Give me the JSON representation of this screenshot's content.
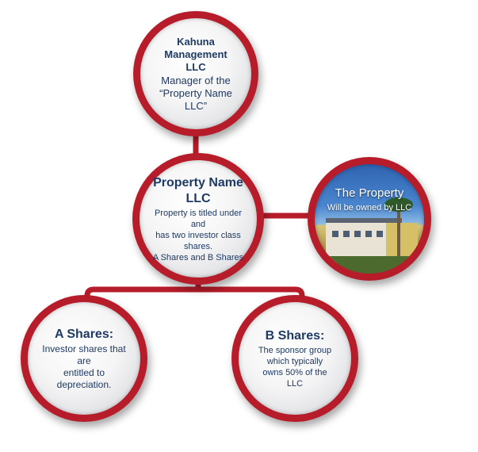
{
  "colors": {
    "connector": "#b71c2a",
    "ring": "#b71c2a",
    "text": "#1f3a63",
    "photo_text": "#ffffff"
  },
  "nodes": {
    "manager": {
      "title_line1": "Kahuna Management",
      "title_line2": "LLC",
      "desc_line1": "Manager of the",
      "desc_line2": "“Property Name LLC”"
    },
    "property_llc": {
      "title": "Property Name LLC",
      "desc_line1": "Property is titled under and",
      "desc_line2": "has two investor class shares.",
      "desc_line3": "A Shares and B Shares"
    },
    "the_property": {
      "title": "The Property",
      "desc": "Will be owned by LLC"
    },
    "a_shares": {
      "title": "A Shares:",
      "desc_line1": "Investor shares that are",
      "desc_line2": "entitled to depreciation."
    },
    "b_shares": {
      "title": "B Shares:",
      "desc_line1": "The sponsor group",
      "desc_line2": "which typically",
      "desc_line3": "owns 50% of the",
      "desc_line4": "LLC"
    }
  }
}
